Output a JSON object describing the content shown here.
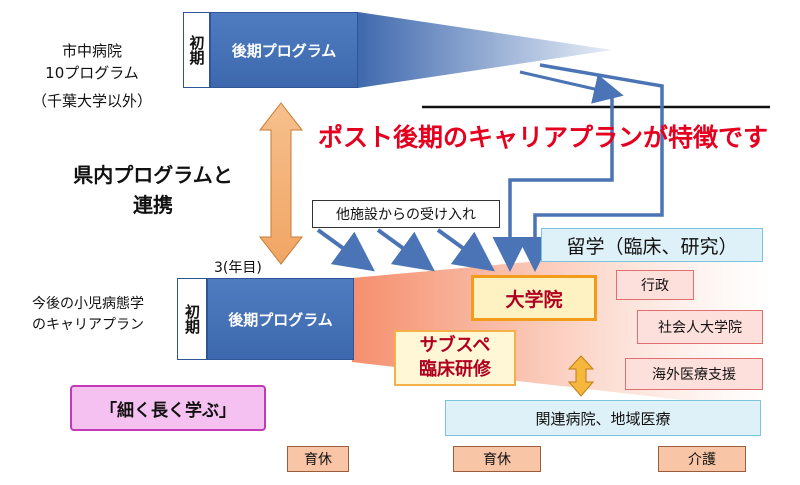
{
  "top_left_label": {
    "line1": "市中病院",
    "line2": "10プログラム",
    "line3": "（千葉大学以外）"
  },
  "top_program": {
    "early_label": "初期",
    "late_label": "後期プログラム"
  },
  "headline": "ポスト後期のキャリアプランが特徴です",
  "left_link_text": {
    "line1": "県内プログラムと",
    "line2": "連携"
  },
  "other_facility_label": "他施設からの受け入れ",
  "year_label": "3(年目)",
  "bottom_left_label": {
    "line1": "今後の小児病態学",
    "line2": "のキャリアプラン"
  },
  "bottom_program": {
    "early_label": "初期",
    "late_label": "後期プログラム"
  },
  "study_abroad_label": "留学（臨床、研究）",
  "grad_school_label": "大学院",
  "subspec_label": {
    "line1": "サブスペ",
    "line2": "臨床研修"
  },
  "admin_label": "行政",
  "working_grad_label": "社会人大学院",
  "overseas_label": "海外医療支援",
  "related_hospital_label": "関連病院、地域医療",
  "motto_label": "「細く長く学ぶ」",
  "leave_labels": [
    "育休",
    "育休",
    "介護"
  ],
  "colors": {
    "program_blue": "#3d68ad",
    "headline_red": "#e6001f",
    "arrow_orange": "#f4b47b",
    "arrow_blue": "#4a74b5",
    "salmon_gradient_start": "#f58f6d"
  }
}
